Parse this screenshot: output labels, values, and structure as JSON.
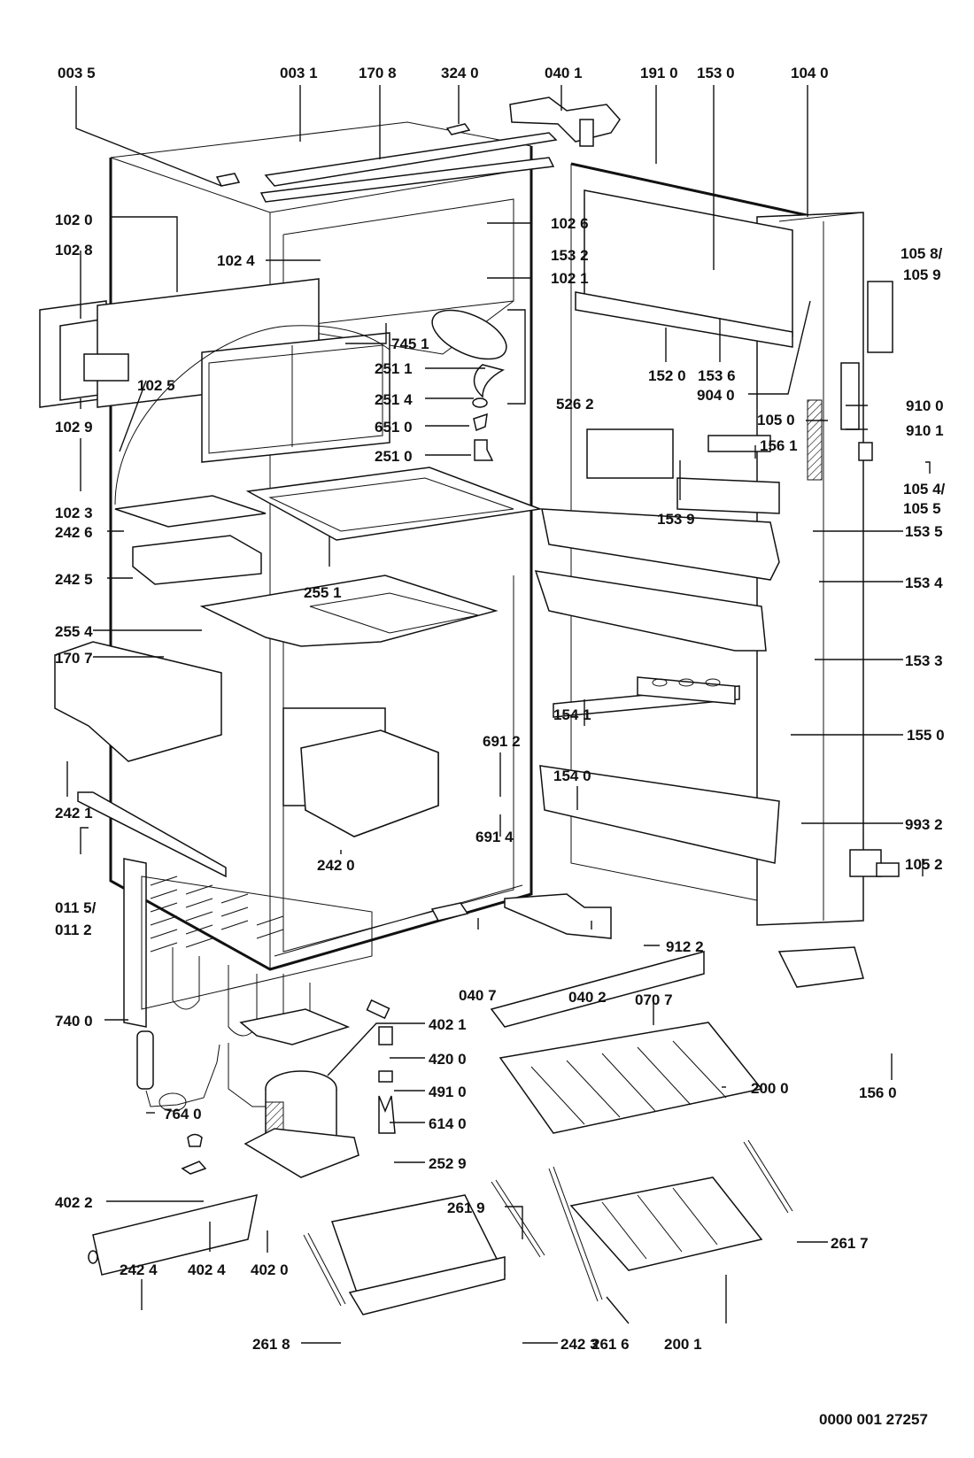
{
  "diagram": {
    "title": "Refrigerator exploded parts view",
    "drawing_number": "0000 001 27257",
    "callouts": {
      "c0035": "003 5",
      "c0031": "003 1",
      "c1708": "170 8",
      "c3240": "324 0",
      "c0401": "040 1",
      "c1910": "191 0",
      "c1530": "153 0",
      "c1040": "104 0",
      "c1020": "102 0",
      "c1028": "102 8",
      "c1024": "102 4",
      "c1026": "102 6",
      "c1021": "102 1",
      "c1532": "153 2",
      "c1058": "105 8/",
      "c1059": "105 9",
      "c7451": "745  1",
      "c1025": "102 5",
      "c1029": "102 9",
      "c1023": "102 3",
      "c2511": "251 1",
      "c2514": "251 4",
      "c6510": "651 0",
      "c2510": "251 0",
      "c5262": "526 2",
      "c1520": "152 0",
      "c1536": "153 6",
      "c9040": "904 0",
      "c1050": "105 0",
      "c9100": "910 0",
      "c9101": "910 1",
      "c1561": "156 1",
      "c1054": "105 4/",
      "c1055": "105 5",
      "c1539": "153 9",
      "c1535": "153 5",
      "c1534": "153 4",
      "c1533": "153 3",
      "c2426": "242 6",
      "c2425": "242 5",
      "c2551": "255 1",
      "c2554": "255 4",
      "c1707": "170 7",
      "c2421": "242 1",
      "c6912": "691 2",
      "c6914": "691 4",
      "c2420": "242 0",
      "c1541": "154 1",
      "c1540": "154 0",
      "c1550": "155 0",
      "c9932": "993 2",
      "c1052": "105 2",
      "c0115": "011 5/",
      "c0112": "011 2",
      "c0407": "040 7",
      "c0402": "040 2",
      "c9122": "912 2",
      "c0707": "070 7",
      "c7400": "740 0",
      "c4021": "402 1",
      "c4200": "420 0",
      "c4910": "491 0",
      "c6140": "614 0",
      "c2529": "252 9",
      "c7640": "764 0",
      "c2000": "200 0",
      "c1560": "156 0",
      "c4022": "402 2",
      "c2619": "261 9",
      "c2617": "261 7",
      "c2424": "242 4",
      "c4024": "402 4",
      "c4020": "402 0",
      "c2618": "261 8",
      "c2423": "242 3",
      "c2616": "261 6",
      "c2001": "200 1"
    }
  }
}
